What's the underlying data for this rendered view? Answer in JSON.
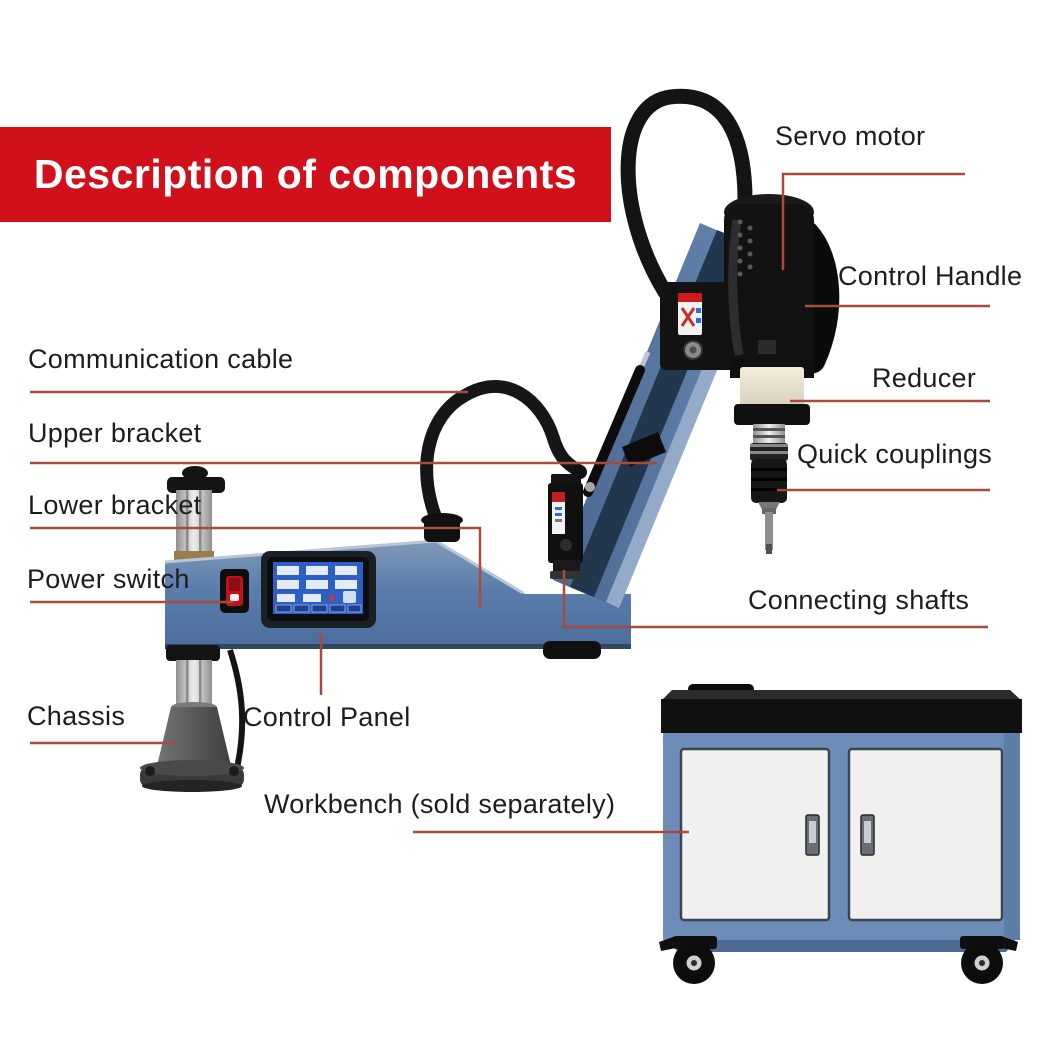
{
  "banner": {
    "title": "Description of components",
    "bg_color": "#d0111b",
    "text_color": "#ffffff"
  },
  "labels": {
    "servo_motor": "Servo motor",
    "control_handle": "Control Handle",
    "communication_cable": "Communication cable",
    "upper_bracket": "Upper bracket",
    "reducer": "Reducer",
    "quick_couplings": "Quick couplings",
    "lower_bracket": "Lower bracket",
    "power_switch": "Power switch",
    "connecting_shafts": "Connecting shafts",
    "chassis": "Chassis",
    "control_panel": "Control Panel",
    "workbench": "Workbench (sold separately)"
  },
  "colors": {
    "banner_red": "#d0111b",
    "leader_line": "#a84b3f",
    "label_text": "#1d1d1d",
    "machine_blue": "#5a7dab",
    "workbench_blue": "#6d8db8"
  }
}
